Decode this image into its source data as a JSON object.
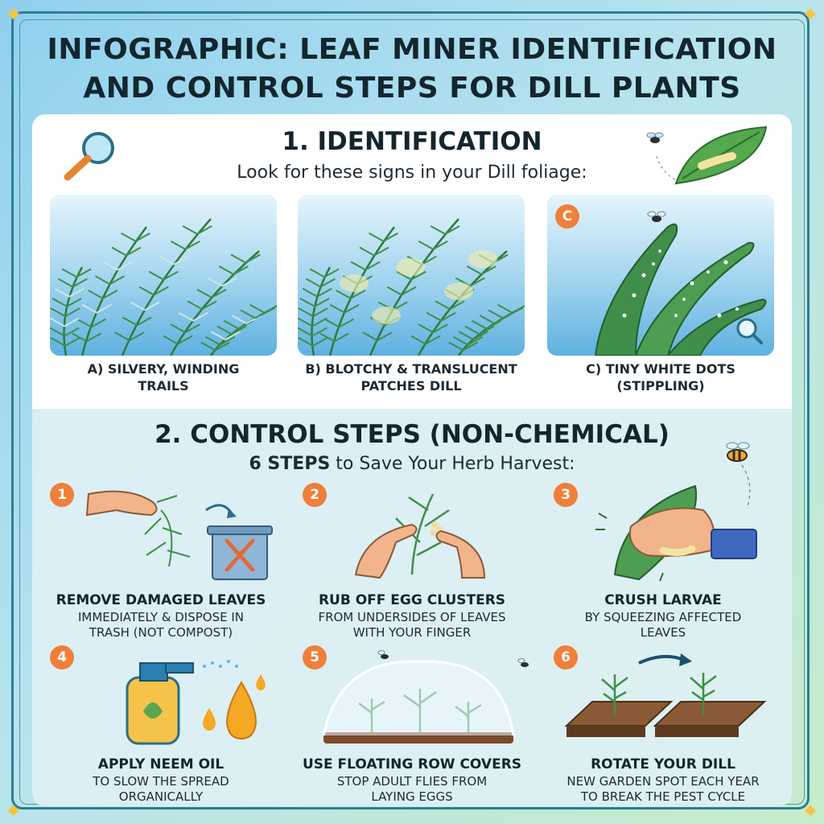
{
  "title": {
    "line1": "INFOGRAPHIC: LEAF MINER IDENTIFICATION",
    "line2": "AND CONTROL STEPS FOR DILL PLANTS"
  },
  "identification": {
    "heading": "1. IDENTIFICATION",
    "subtitle": "Look for these signs in your Dill foliage:",
    "cards": [
      {
        "badge": "",
        "caption_line1": "A) SILVERY, WINDING",
        "caption_line2": "TRAILS"
      },
      {
        "badge": "",
        "caption_line1": "B) BLOTCHY & TRANSLUCENT",
        "caption_line2": "PATCHES DILL"
      },
      {
        "badge": "C",
        "caption_line1": "C) TINY WHITE DOTS",
        "caption_line2": "(STIPPLING)"
      }
    ]
  },
  "control": {
    "heading": "2. CONTROL STEPS (NON-CHEMICAL)",
    "subtitle_bold": "6 STEPS",
    "subtitle_rest": " to Save Your Herb Harvest:",
    "steps": [
      {
        "number": "1",
        "title": "REMOVE DAMAGED LEAVES",
        "desc1": "IMMEDIATELY & DISPOSE IN",
        "desc2": "TRASH (NOT COMPOST)"
      },
      {
        "number": "2",
        "title": "RUB OFF EGG CLUSTERS",
        "desc1": "FROM UNDERSIDES OF LEAVES",
        "desc2": "WITH YOUR FINGER"
      },
      {
        "number": "3",
        "title": "CRUSH LARVAE",
        "desc1": "BY SQUEEZING AFFECTED",
        "desc2": "LEAVES"
      },
      {
        "number": "4",
        "title": "APPLY NEEM OIL",
        "desc1": "TO SLOW THE SPREAD",
        "desc2": "ORGANICALLY"
      },
      {
        "number": "5",
        "title": "USE FLOATING ROW COVERS",
        "desc1": "STOP ADULT FLIES FROM",
        "desc2": "LAYING EGGS"
      },
      {
        "number": "6",
        "title": "ROTATE YOUR DILL",
        "desc1": "NEW GARDEN SPOT EACH YEAR",
        "desc2": "TO BREAK THE PEST CYCLE"
      }
    ]
  },
  "colors": {
    "accent": "#ef7f3a",
    "frame": "#2f7d93",
    "dill": "#3f8f4a",
    "title_text": "#13262e"
  },
  "icons": [
    "magnifier-icon",
    "fly-icon",
    "leaf-larva-icon",
    "hand-icon",
    "trash-bin-icon",
    "spray-bottle-icon",
    "oil-drop-icon",
    "row-cover-icon",
    "arrow-icon",
    "soil-bed-icon"
  ]
}
